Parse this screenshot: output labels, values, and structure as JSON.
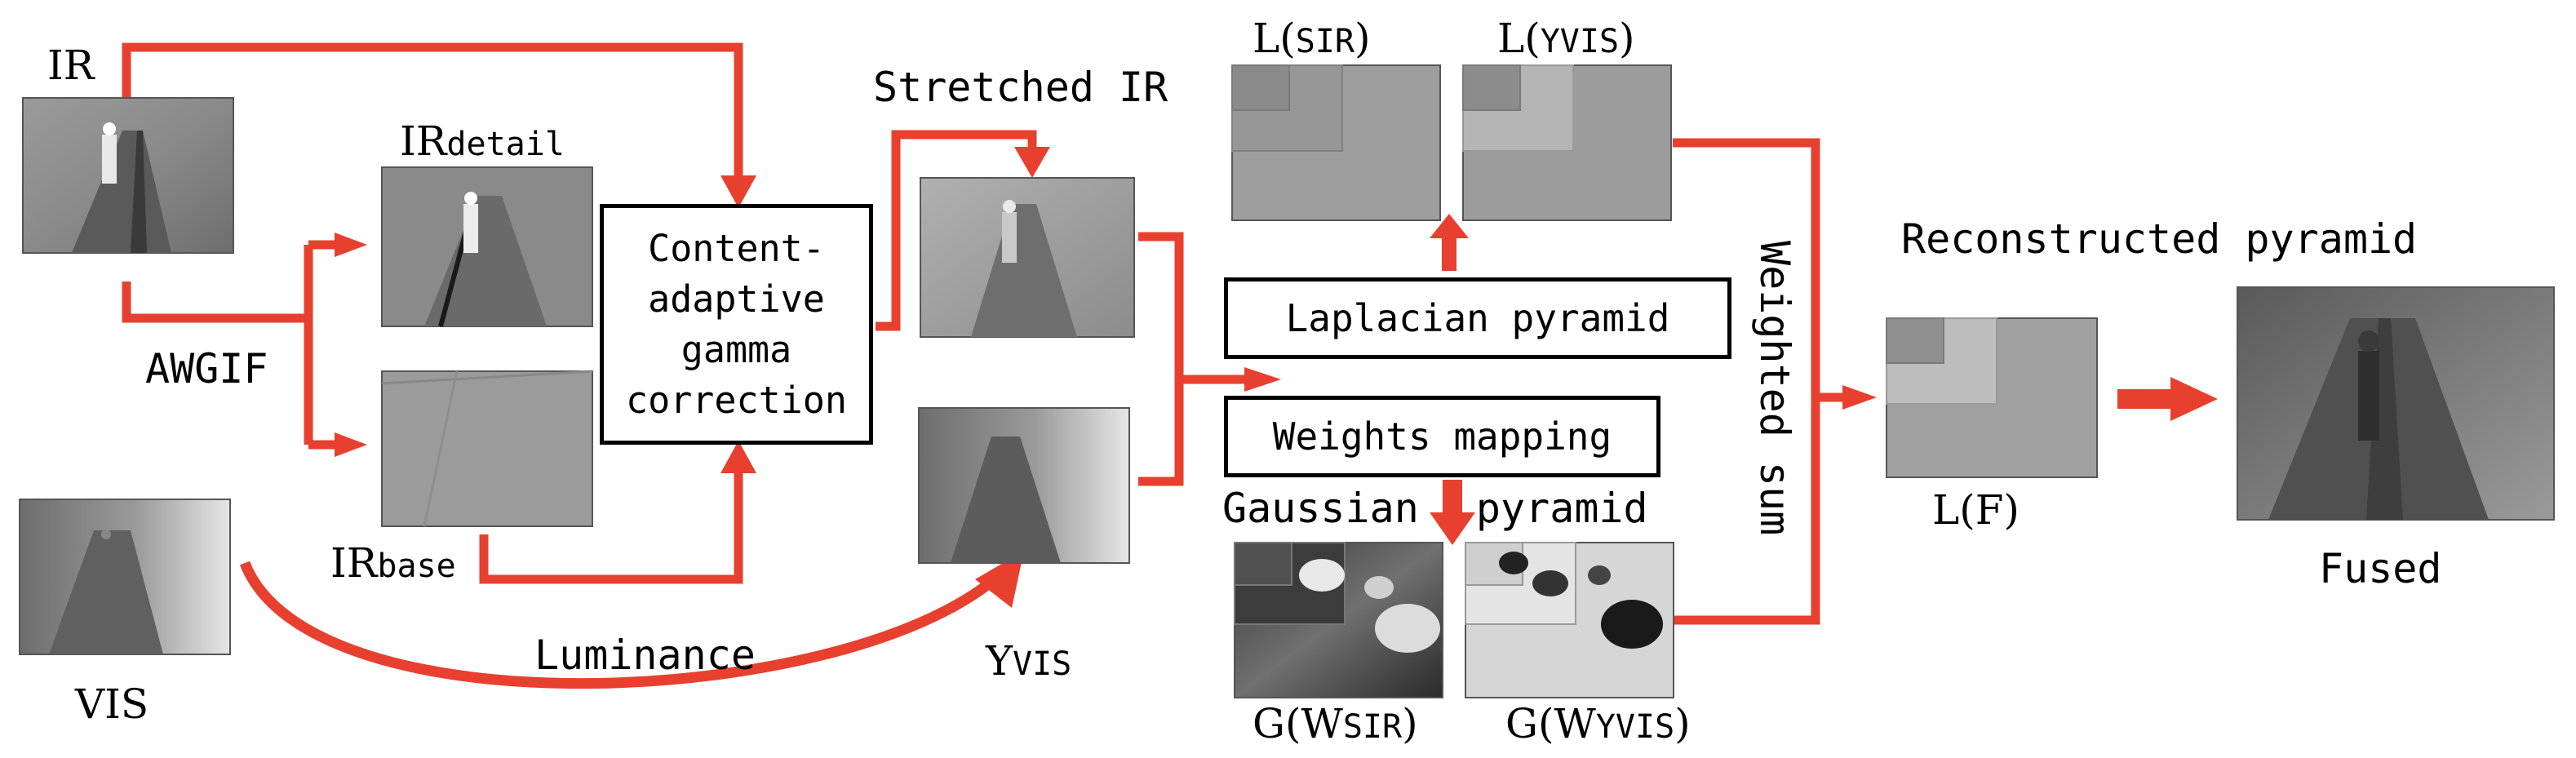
{
  "colors": {
    "arrow": "#e8402f",
    "box_border": "#000000",
    "text": "#000000"
  },
  "images": {
    "ir": "IR",
    "ir_detail": {
      "main": "IR",
      "sub": "detail"
    },
    "ir_base": {
      "main": "IR",
      "sub": "base"
    },
    "vis": "VIS",
    "stretched_ir": "Stretched IR",
    "yvis": {
      "main": "Y",
      "sub": "VIS"
    },
    "l_sir": {
      "pre": "L(",
      "sub": "SIR",
      "post": ")"
    },
    "l_yvis": {
      "pre": "L(",
      "sub": "YVIS",
      "post": ")"
    },
    "g_wsir": {
      "pre": "G(W",
      "sub": "SIR",
      "post": ")"
    },
    "g_wyvis": {
      "pre": "G(W",
      "sub": "YVIS",
      "post": ")"
    },
    "l_f": "L(F)",
    "reconstructed": "Reconstructed pyramid",
    "fused": "Fused"
  },
  "steps": {
    "awgif": "AWGIF",
    "luminance": "Luminance",
    "gamma_lines": [
      "Content-",
      "adaptive",
      "gamma",
      "correction"
    ],
    "laplacian": "Laplacian pyramid",
    "weights": "Weights mapping",
    "gaussian": "Gaussian pyramid",
    "weighted_sum": "Weighted sum"
  }
}
